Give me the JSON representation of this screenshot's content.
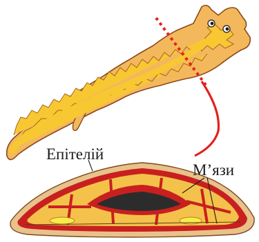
{
  "labels": {
    "epithelium": "Епітелій",
    "muscles": "М’язи"
  },
  "colors": {
    "body_fill": "#f3b85c",
    "body_outline": "#8a4a1c",
    "gut": "#f8c832",
    "gut_outline": "#a8621f",
    "section_line": "#e4201c",
    "epithelium_layer": "#e8c28a",
    "muscle_layer": "#c8201f",
    "parenchyma": "#f4c24a",
    "intestine_cavity": "#2c2c2c",
    "nerve_cord": "#f8ec4a"
  },
  "icons": {
    "planarian": "planarian-illustration",
    "cross_section": "cross-section-illustration"
  }
}
